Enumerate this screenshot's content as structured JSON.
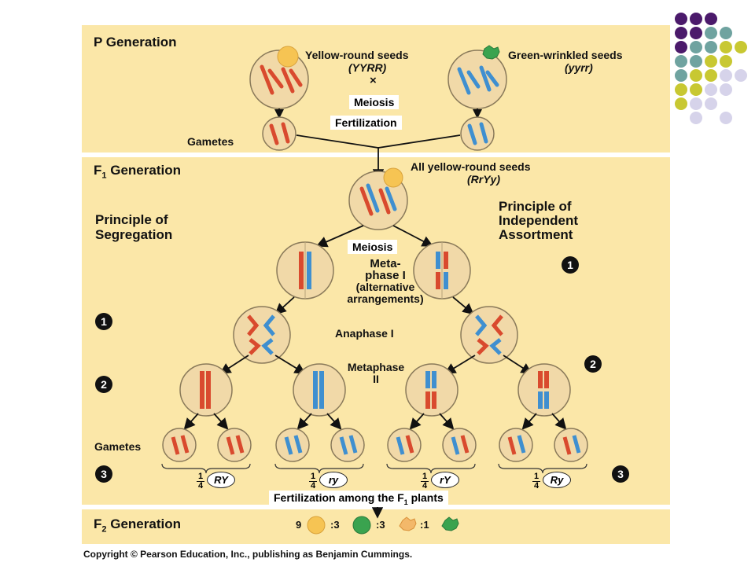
{
  "p_gen": {
    "title": "P Generation",
    "parent1": "Yellow-round seeds",
    "parent1_geno": "(YYRR)",
    "cross": "×",
    "parent2": "Green-wrinkled seeds",
    "parent2_geno": "(yyrr)",
    "meiosis": "Meiosis",
    "fertilization": "Fertilization",
    "gametes": "Gametes"
  },
  "f1_gen": {
    "title_main": "F",
    "title_sub": "1",
    "title_rest": " Generation",
    "offspring": "All yellow-round seeds",
    "offspring_geno": "(RrYy)",
    "segregation_1": "Principle of",
    "segregation_2": "Segregation",
    "independent_1": "Principle of",
    "independent_2": "Independent",
    "independent_3": "Assortment",
    "meiosis": "Meiosis",
    "metaphase1_1": "Meta-",
    "metaphase1_2": "phase I",
    "metaphase1_3": "(alternative",
    "metaphase1_4": "arrangements)",
    "anaphase1": "Anaphase I",
    "metaphase2_1": "Metaphase",
    "metaphase2_2": "II",
    "gametes": "Gametes",
    "step1": "1",
    "step2": "2",
    "step3": "3",
    "frac_num": "1",
    "frac_den": "4",
    "gamete_types": [
      "RY",
      "ry",
      "rY",
      "Ry"
    ],
    "fertilization_f1": "Fertilization among the F",
    "fertilization_f1_sub": "1",
    "fertilization_f1_rest": " plants"
  },
  "f2_gen": {
    "title_main": "F",
    "title_sub": "2",
    "title_rest": " Generation",
    "ratio": [
      "9",
      ":3",
      ":3",
      ":1"
    ]
  },
  "copyright": "Copyright © Pearson Education, Inc., publishing as Benjamin Cummings.",
  "colors": {
    "panel": "#fbe7a8",
    "red_chromosome": "#d94a2e",
    "blue_chromosome": "#3f8fd0",
    "yellow_seed": "#f6c453",
    "green_seed": "#3aa34f",
    "corner_purple": "#4b1a6b",
    "corner_teal": "#6fa3a0",
    "corner_olive": "#c8c832",
    "corner_lavender": "#d6d3ea"
  }
}
